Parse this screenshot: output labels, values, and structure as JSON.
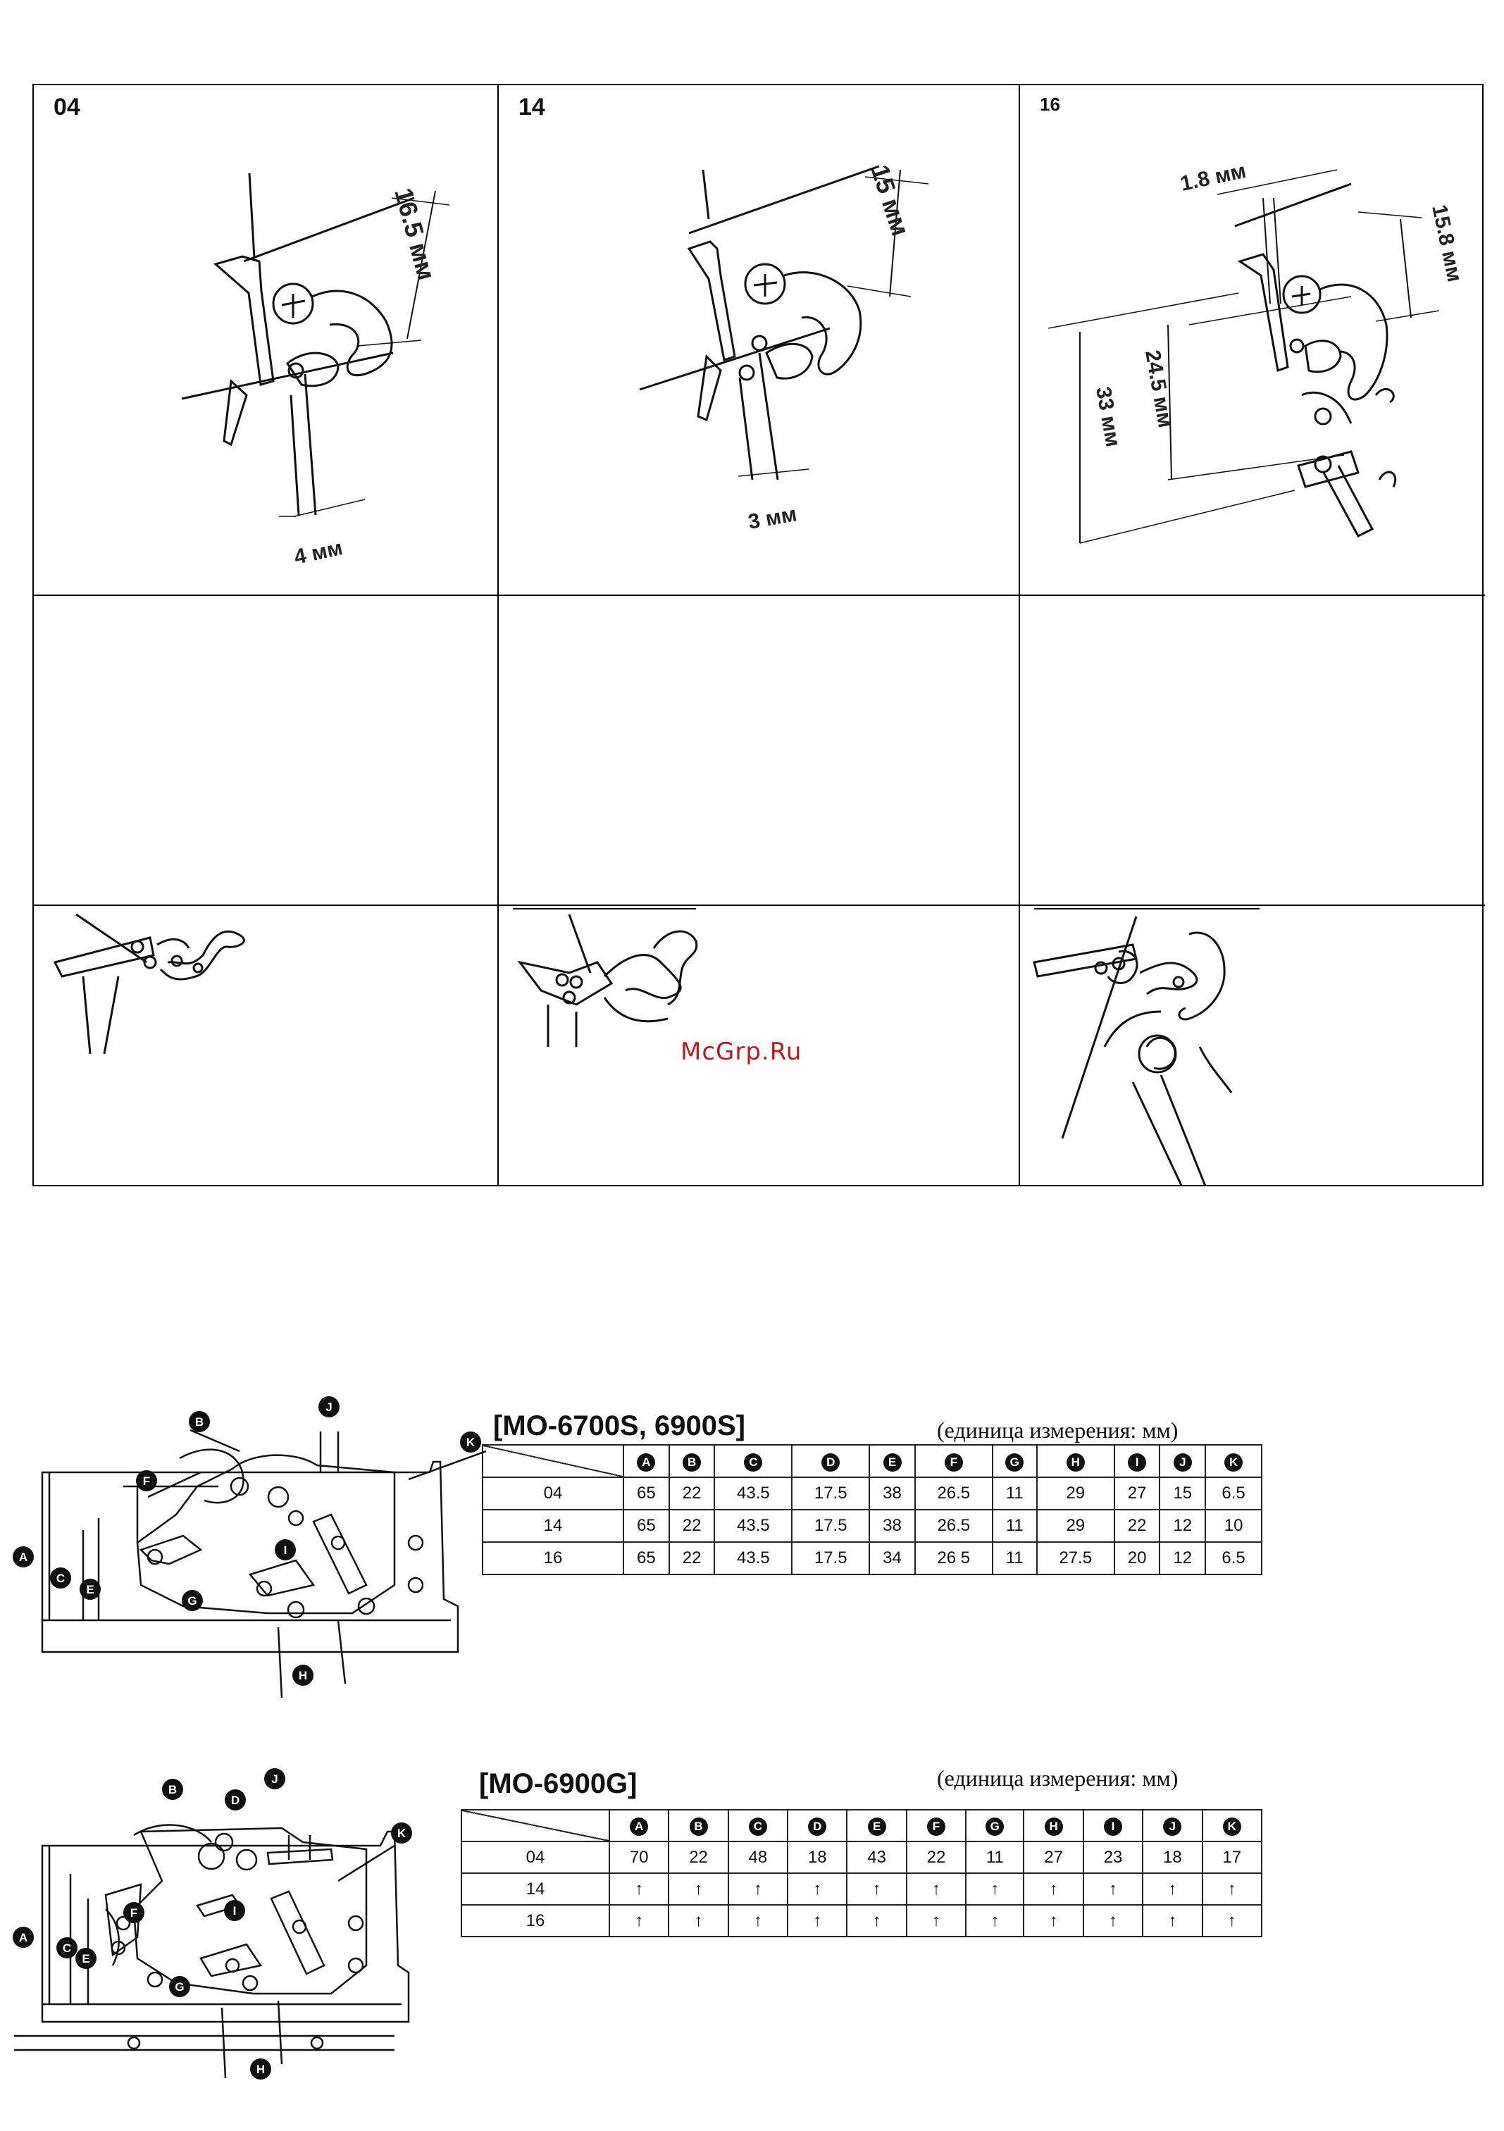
{
  "grid": {
    "cells": [
      {
        "label": "04",
        "dims": [
          "16.5 мм",
          "4 мм"
        ]
      },
      {
        "label": "14",
        "dims": [
          "15 мм",
          "3 мм"
        ]
      },
      {
        "label": "16",
        "dims": [
          "1.8 мм",
          "15.8 мм",
          "24.5 мм",
          "33 мм"
        ]
      }
    ]
  },
  "watermark": "McGrp.Ru",
  "tables": [
    {
      "title": "[MO-6700S, 6900S]",
      "unit": "(единица измерения: мм)",
      "columns": [
        "A",
        "B",
        "C",
        "D",
        "E",
        "F",
        "G",
        "H",
        "I",
        "J",
        "K"
      ],
      "rows": [
        {
          "label": "04",
          "values": [
            "65",
            "22",
            "43.5",
            "17.5",
            "38",
            "26.5",
            "11",
            "29",
            "27",
            "15",
            "6.5"
          ]
        },
        {
          "label": "14",
          "values": [
            "65",
            "22",
            "43.5",
            "17.5",
            "38",
            "26.5",
            "11",
            "29",
            "22",
            "12",
            "10"
          ]
        },
        {
          "label": "16",
          "values": [
            "65",
            "22",
            "43.5",
            "17.5",
            "34",
            "26 5",
            "11",
            "27.5",
            "20",
            "12",
            "6.5"
          ]
        }
      ]
    },
    {
      "title": "[MO-6900G]",
      "unit": "(единица измерения: мм)",
      "columns": [
        "A",
        "B",
        "C",
        "D",
        "E",
        "F",
        "G",
        "H",
        "I",
        "J",
        "K"
      ],
      "rows": [
        {
          "label": "04",
          "values": [
            "70",
            "22",
            "48",
            "18",
            "43",
            "22",
            "11",
            "27",
            "23",
            "18",
            "17"
          ]
        },
        {
          "label": "14",
          "values": [
            "↑",
            "↑",
            "↑",
            "↑",
            "↑",
            "↑",
            "↑",
            "↑",
            "↑",
            "↑",
            "↑"
          ]
        },
        {
          "label": "16",
          "values": [
            "↑",
            "↑",
            "↑",
            "↑",
            "↑",
            "↑",
            "↑",
            "↑",
            "↑",
            "↑",
            "↑"
          ]
        }
      ]
    }
  ],
  "mech1_labels": [
    "A",
    "B",
    "C",
    "E",
    "F",
    "G",
    "H",
    "I",
    "J",
    "K"
  ],
  "mech2_labels": [
    "A",
    "B",
    "C",
    "D",
    "E",
    "F",
    "G",
    "H",
    "I",
    "J",
    "K"
  ]
}
